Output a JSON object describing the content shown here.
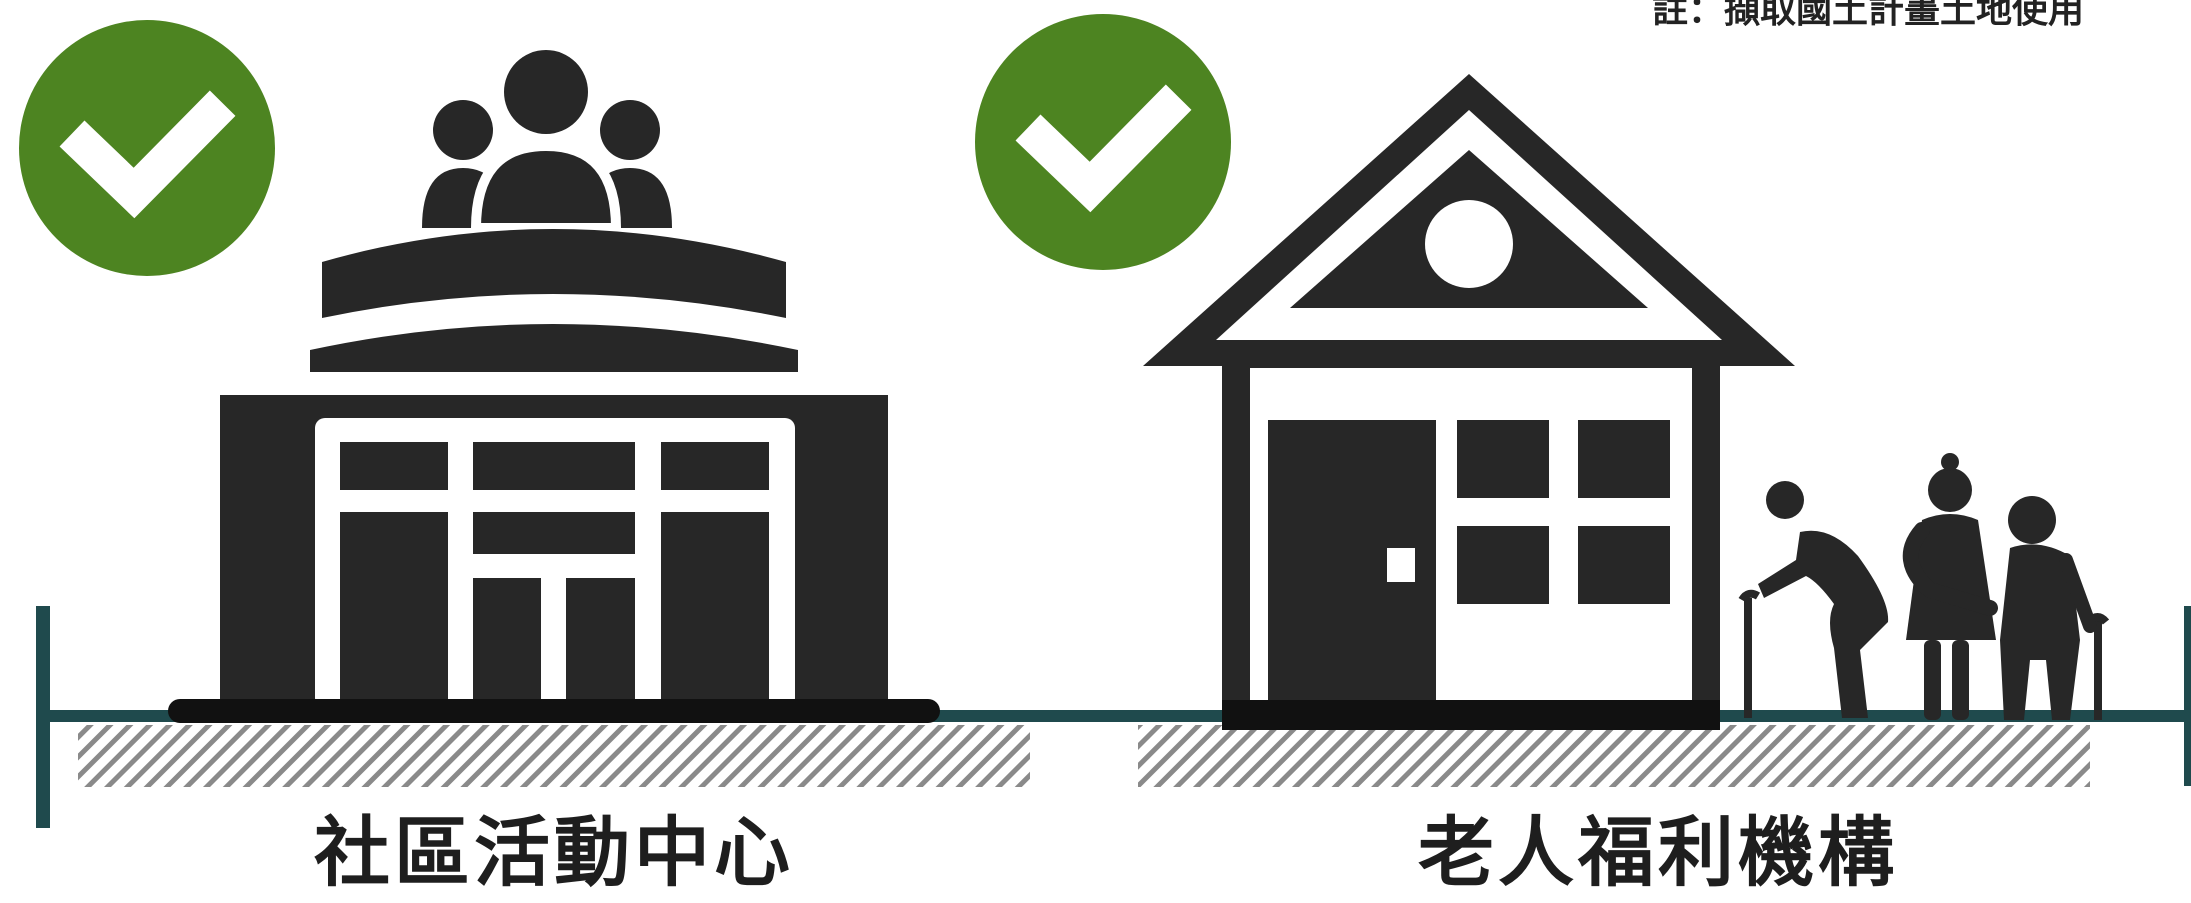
{
  "note": "註：擷取國土計畫土地使用",
  "facilities": [
    {
      "label": "社區活動中心",
      "icon": "community-center-icon",
      "status": "check-icon",
      "status_color": "#4d8421"
    },
    {
      "label": "老人福利機構",
      "icon": "elderly-care-house-icon",
      "status": "check-icon",
      "status_color": "#4d8421"
    }
  ],
  "colors": {
    "ground_line": "#1f4a4d",
    "icon": "#272727",
    "check": "#4d8421",
    "hatch": "#999999"
  }
}
